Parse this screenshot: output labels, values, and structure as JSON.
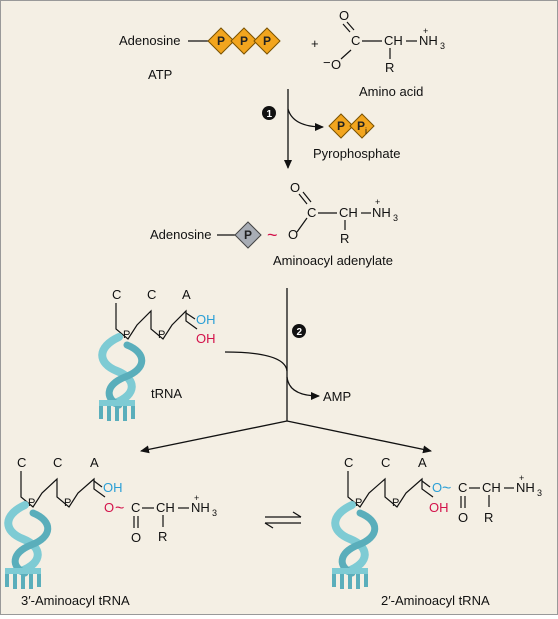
{
  "reactants": {
    "adenosine": "Adenosine",
    "phosphates": [
      "P",
      "P",
      "P"
    ],
    "atp": "ATP",
    "plus": "+",
    "amino_acid": {
      "o_top": "O",
      "o_minus": "O",
      "minus": "−",
      "c": "C",
      "ch": "CH",
      "n": "NH",
      "n_sub": "3",
      "plus": "+",
      "r": "R",
      "label": "Amino acid"
    }
  },
  "step1": {
    "number": "1",
    "ppi": [
      "P",
      "P"
    ],
    "ppi_sub": "i",
    "ppi_label": "Pyrophosphate"
  },
  "adenylate": {
    "adenosine": "Adenosine",
    "phosphate": "P",
    "tilde": "~",
    "o_link": "O",
    "c": "C",
    "o_top": "O",
    "ch": "CH",
    "n": "NH",
    "n_sub": "3",
    "plus": "+",
    "r": "R",
    "label": "Aminoacyl adenylate"
  },
  "trna": {
    "bases": [
      "C",
      "C",
      "A"
    ],
    "p": "P",
    "oh_top": "OH",
    "oh_bottom": "OH",
    "label": "tRNA"
  },
  "step2": {
    "number": "2",
    "amp": "AMP"
  },
  "products": {
    "left": {
      "bases": [
        "C",
        "C",
        "A"
      ],
      "p": "P",
      "oh": "OH",
      "o": "O",
      "tilde": "~",
      "c": "C",
      "ch": "CH",
      "n": "NH",
      "n_sub": "3",
      "plus": "+",
      "o_down": "O",
      "r": "R",
      "label": "3′-Aminoacyl tRNA"
    },
    "right": {
      "bases": [
        "C",
        "C",
        "A"
      ],
      "p": "P",
      "oh": "OH",
      "o": "O",
      "tilde": "~",
      "c": "C",
      "ch": "CH",
      "n": "NH",
      "n_sub": "3",
      "plus": "+",
      "o_down": "O",
      "r": "R",
      "label": "2′-Aminoacyl tRNA"
    }
  },
  "colors": {
    "background": "#f4efe4",
    "phosphate_orange": "#f2a51e",
    "phosphate_gray": "#a8adb5",
    "oh_blue": "#2b9fd6",
    "ester_red": "#d3124a",
    "trna_teal": "#7ecbd4",
    "step_circle": "#111111"
  }
}
